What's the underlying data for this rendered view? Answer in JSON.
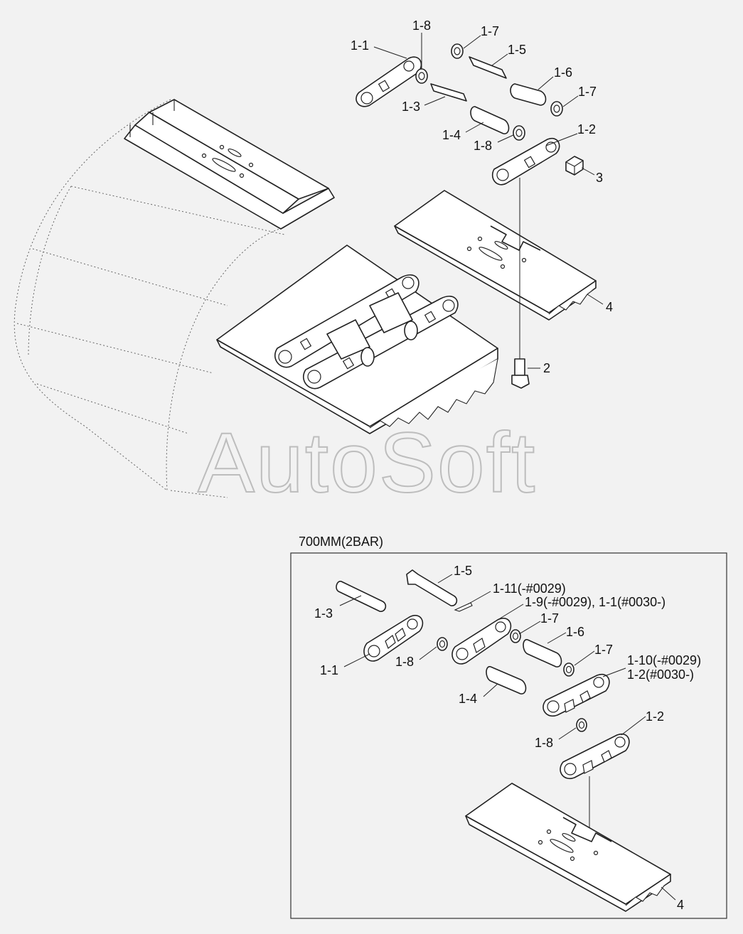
{
  "watermark": "AutoSoft",
  "inset": {
    "title": "700MM(2BAR)"
  },
  "labels_main": {
    "p1_1": "1-1",
    "p1_8_top": "1-8",
    "p1_7_top": "1-7",
    "p1_5": "1-5",
    "p1_6": "1-6",
    "p1_7_right": "1-7",
    "p1_3": "1-3",
    "p1_4": "1-4",
    "p1_8_mid": "1-8",
    "p1_2": "1-2",
    "p3": "3",
    "p4": "4",
    "p2": "2"
  },
  "labels_inset": {
    "p1_5": "1-5",
    "p1_11": "1-11(-#0029)",
    "p1_9": "1-9(-#0029), 1-1(#0030-)",
    "p1_3": "1-3",
    "p1_7_a": "1-7",
    "p1_6": "1-6",
    "p1_7_b": "1-7",
    "p1_10": "1-10(-#0029)",
    "p1_2_sub": "1-2(#0030-)",
    "p1_1": "1-1",
    "p1_8_a": "1-8",
    "p1_4": "1-4",
    "p1_2": "1-2",
    "p1_8_b": "1-8",
    "p4": "4"
  }
}
